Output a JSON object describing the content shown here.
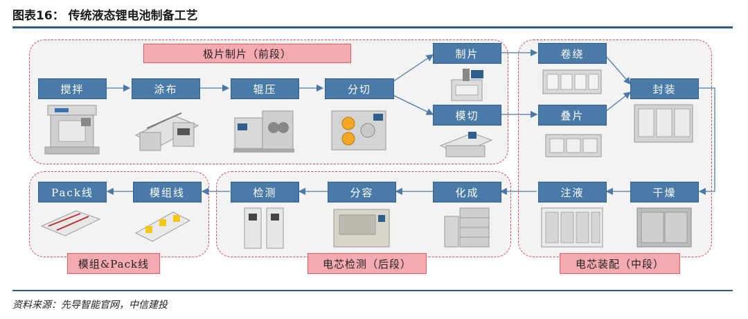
{
  "figure": {
    "title": "图表16：  传统液态锂电池制备工艺",
    "source": "资料来源：先导智能官网，中信建投"
  },
  "groups": {
    "front": "极片制片（前段）",
    "middle": "电芯装配（中段）",
    "back": "电芯检测（后段）",
    "module": "模组&Pack线"
  },
  "steps": {
    "mixing": "搅拌",
    "coating": "涂布",
    "rolling": "辊压",
    "slitting": "分切",
    "tab_making": "制片",
    "die_cutting": "模切",
    "winding": "卷绕",
    "stacking": "叠片",
    "sealing": "封装",
    "drying": "干燥",
    "injection": "注液",
    "formation": "化成",
    "grading": "分容",
    "testing": "检测",
    "module_line": "模组线",
    "pack_line": "Pack线"
  },
  "colors": {
    "step_fill": "#4a7ba8",
    "group_border": "#e24a55",
    "label_fill": "#f4aab0",
    "rule": "#2e5a8a"
  }
}
